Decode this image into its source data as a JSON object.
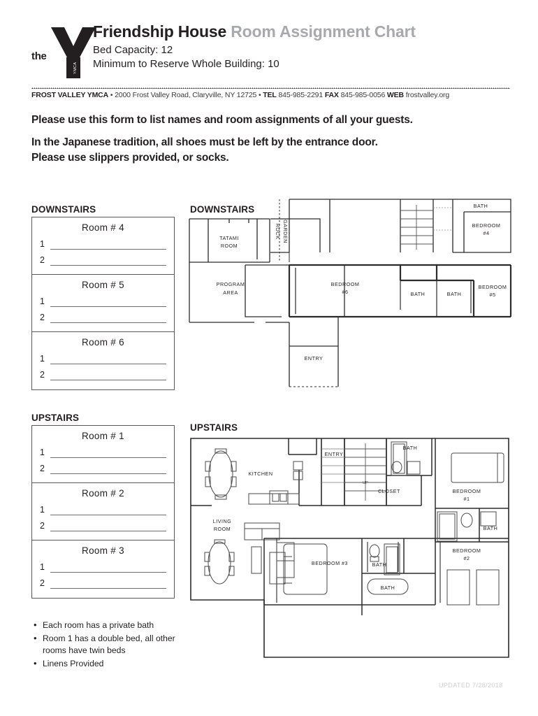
{
  "header": {
    "logo_the": "the",
    "logo_alt": "ymca-y-logo",
    "title_main": "Friendship House",
    "title_sub": "Room Assignment Chart",
    "bed_capacity": "Bed Capacity: 12",
    "minimum_reserve": "Minimum to Reserve Whole Building: 10"
  },
  "contact": {
    "org": "FROST VALLEY YMCA",
    "sep1": " • ",
    "address": "2000 Frost Valley Road, Claryville, NY  12725",
    "sep2": " • ",
    "tel_label": "TEL",
    "tel": " 845-985-2291 ",
    "fax_label": "FAX",
    "fax": " 845-985-0056 ",
    "web_label": "WEB",
    "web": " frostvalley.org"
  },
  "instructions": {
    "line1": "Please use this form to list names and room assignments of all your guests.",
    "line2a": "In the Japanese tradition, all shoes must be left by the entrance door.",
    "line2b": "Please use slippers provided, or socks."
  },
  "sections": {
    "downstairs_label": "DOWNSTAIRS",
    "upstairs_label": "UPSTAIRS",
    "downstairs_plan_label": "DOWNSTAIRS",
    "upstairs_plan_label": "UPSTAIRS"
  },
  "downstairs_rooms": [
    {
      "title": "Room # 4",
      "lines": [
        {
          "num": "1",
          "value": ""
        },
        {
          "num": "2",
          "value": ""
        }
      ]
    },
    {
      "title": "Room # 5",
      "lines": [
        {
          "num": "1",
          "value": ""
        },
        {
          "num": "2",
          "value": ""
        }
      ]
    },
    {
      "title": "Room # 6",
      "lines": [
        {
          "num": "1",
          "value": ""
        },
        {
          "num": "2",
          "value": ""
        }
      ]
    }
  ],
  "upstairs_rooms": [
    {
      "title": "Room # 1",
      "lines": [
        {
          "num": "1",
          "value": ""
        },
        {
          "num": "2",
          "value": ""
        }
      ]
    },
    {
      "title": "Room # 2",
      "lines": [
        {
          "num": "1",
          "value": ""
        },
        {
          "num": "2",
          "value": ""
        }
      ]
    },
    {
      "title": "Room # 3",
      "lines": [
        {
          "num": "1",
          "value": ""
        },
        {
          "num": "2",
          "value": ""
        }
      ]
    }
  ],
  "notes": [
    "Each room has a private bath",
    "Room 1 has a double bed, all",
    "other rooms have twin beds",
    "Linens Provided"
  ],
  "downstairs_plan_labels": {
    "tatami_room_l1": "TATAMI",
    "tatami_room_l2": "ROOM",
    "rock_garden_l1": "ROCK",
    "rock_garden_l2": "GARDEN",
    "program_area_l1": "PROGRAM",
    "program_area_l2": "AREA",
    "entry": "ENTRY",
    "bath_top": "BATH",
    "bedroom4_l1": "BEDROOM",
    "bedroom4_l2": "#4",
    "bedroom6_l1": "BEDROOM",
    "bedroom6_l2": "#6",
    "bath_a": "BATH",
    "bath_b": "BATH",
    "bedroom5_l1": "BEDROOM",
    "bedroom5_l2": "#5"
  },
  "upstairs_plan_labels": {
    "kitchen": "KITCHEN",
    "entry": "ENTRY",
    "bath_top": "BATH",
    "closet": "CLOSET",
    "bedroom1_l1": "BEDROOM",
    "bedroom1_l2": "#1",
    "living_room_l1": "LIVING",
    "living_room_l2": "ROOM",
    "bedroom3": "BEDROOM #3",
    "bath_mid": "BATH",
    "bath_low": "BATH",
    "bath_right": "BATH",
    "bedroom2_l1": "BEDROOM",
    "bedroom2_l2": "#2",
    "stairs_up": "UP"
  },
  "footer": {
    "updated": "UPDATED 7/28/2018"
  },
  "colors": {
    "ink": "#231f20",
    "muted": "#a7a9ac",
    "rule": "#58595b",
    "footer": "#cfcfcf"
  }
}
